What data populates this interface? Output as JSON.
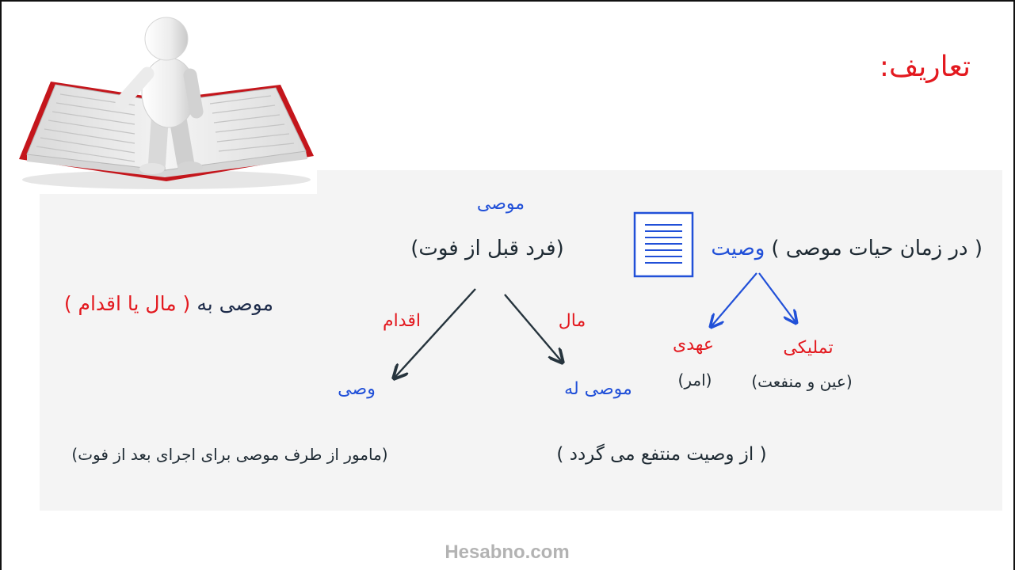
{
  "slide": {
    "title": "تعاریف:",
    "footer": "Hesabno.com",
    "illustration_icon": "person-on-book-icon",
    "document_icon": "document-icon"
  },
  "diagram": {
    "testator": "موصی",
    "testator_note": "(فرد قبل از فوت)",
    "will_note": "( در زمان حیات موصی )",
    "will": "وصیت",
    "bequest_label": "موصی به",
    "bequest_note": "( مال یا اقدام )",
    "branch_action": "اقدام",
    "branch_property": "مال",
    "will_type_covenant": "عهدی",
    "will_type_ownership": "تملیکی",
    "covenant_note": "(امر)",
    "ownership_note": "(عین و منفعت)",
    "executor": "وصی",
    "beneficiary": "موصی له",
    "executor_note": "(مامور از طرف موصی برای اجرای بعد از فوت)",
    "beneficiary_note": "( از وصیت منتفع می گردد )"
  },
  "colors": {
    "red": "#e3191f",
    "blue": "#2150d8",
    "ink": "#1e2a33",
    "panel": "#f4f4f4"
  }
}
